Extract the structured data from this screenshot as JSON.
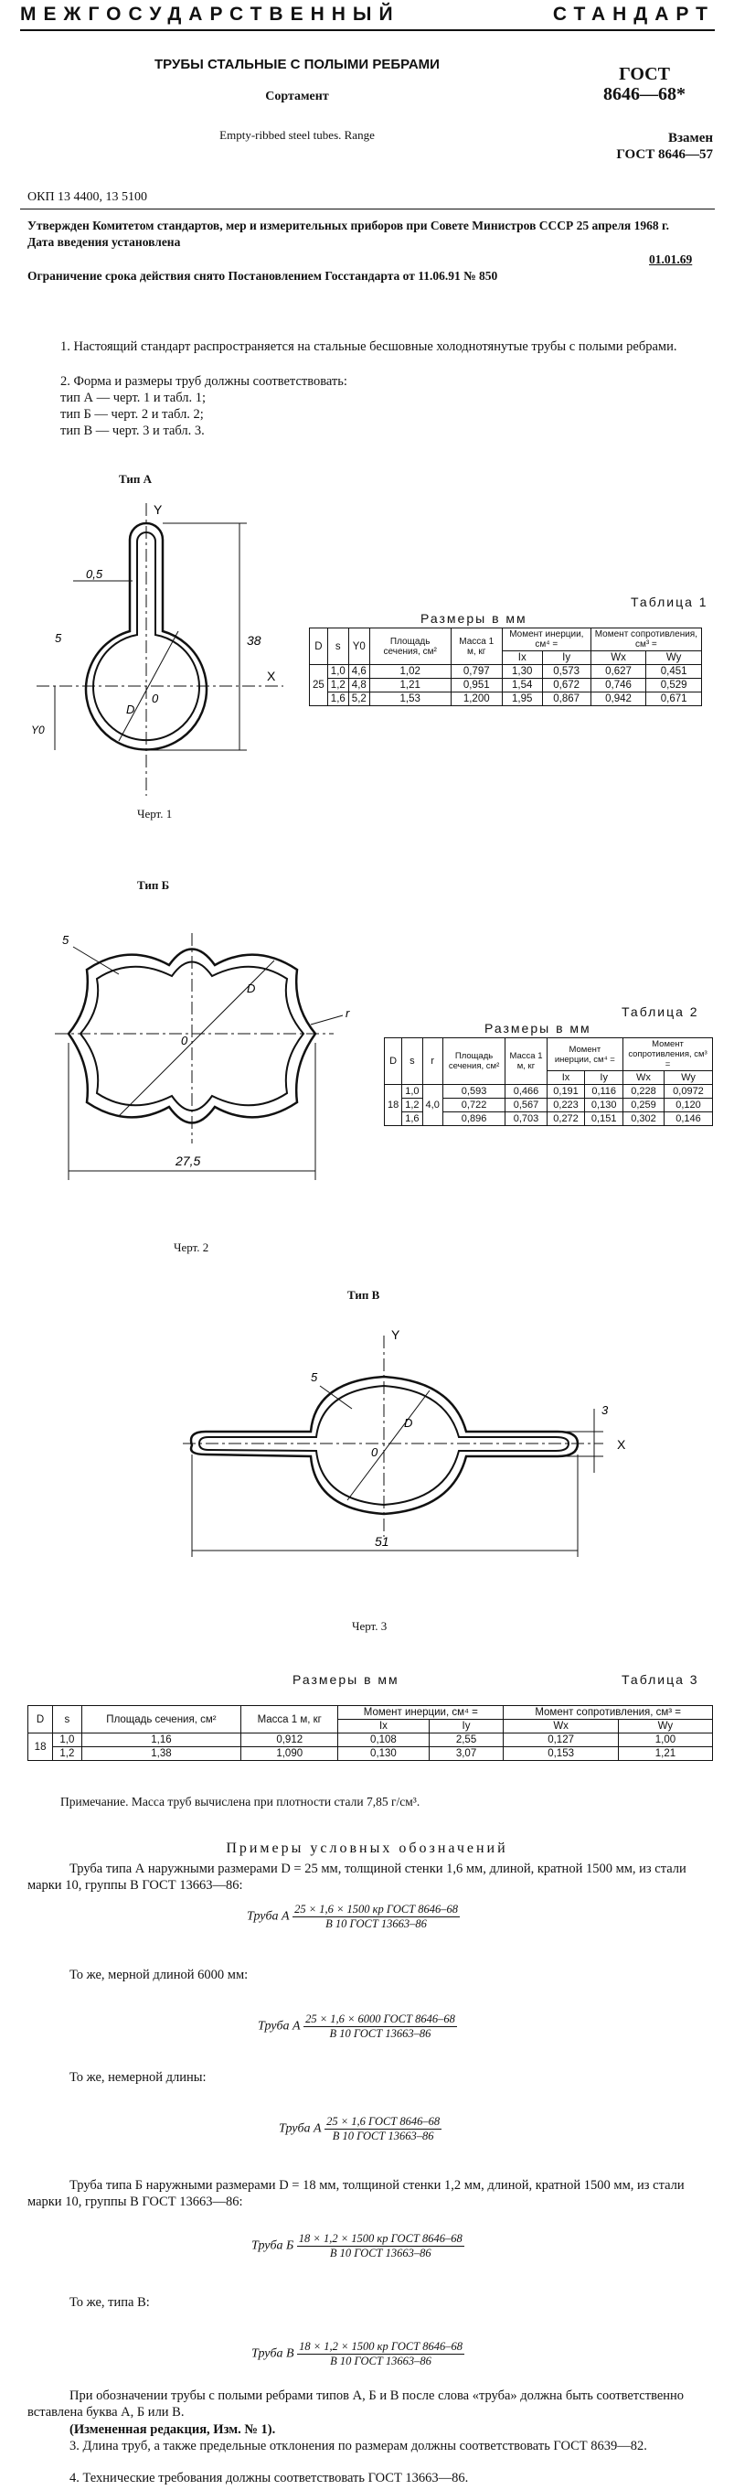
{
  "header": {
    "left": "МЕЖГОСУДАРСТВЕННЫЙ",
    "right": "СТАНДАРТ"
  },
  "title": {
    "main": "ТРУБЫ СТАЛЬНЫЕ С ПОЛЫМИ РЕБРАМИ",
    "sub": "Сортамент",
    "english": "Empty-ribbed steel tubes. Range"
  },
  "gost": {
    "line1": "ГОСТ",
    "line2": "8646—68*",
    "replace1": "Взамен",
    "replace2": "ГОСТ 8646—57"
  },
  "okp": "ОКП 13 4400, 13 5100",
  "approved": "Утвержден Комитетом стандартов, мер и измерительных приборов при Совете Министров СССР 25 апреля 1968 г. Дата введения установлена",
  "date": "01.01.69",
  "limitation": "Ограничение срока действия снято Постановлением Госстандарта от 11.06.91 № 850",
  "p1": "1. Настоящий стандарт распространяется на стальные бесшовные холоднотянутые трубы с полыми ребрами.",
  "p2": "2. Форма и размеры труб должны соответствовать:",
  "p2a": "тип А — черт. 1 и табл. 1;",
  "p2b": "тип Б — черт. 2 и табл. 2;",
  "p2c": "тип В — черт. 3 и табл. 3.",
  "typeA": "Тип А",
  "typeB": "Тип Б",
  "typeV": "Тип В",
  "drawA": {
    "caption": "Черт. 1",
    "l1": "0,5",
    "l2": "38",
    "l3": "5",
    "l4": "Y0",
    "l5": "D",
    "l6": "0",
    "l7": "X",
    "l8": "Y"
  },
  "drawB": {
    "caption": "Черт. 2",
    "l1": "5",
    "l2": "D",
    "l3": "0",
    "l4": "r",
    "l5": "27,5"
  },
  "drawV": {
    "caption": "Черт. 3",
    "l1": "5",
    "l2": "D",
    "l3": "0",
    "l4": "3",
    "l5": "51",
    "l6": "X",
    "l7": "Y"
  },
  "table1": {
    "caption": "Таблица 1",
    "subcaption": "Размеры в мм",
    "headers": [
      "D",
      "s",
      "Y0",
      "Площадь сечения, см²",
      "Масса 1 м, кг",
      "Момент инерции, см⁴ =",
      "Момент сопротивления, см³ =",
      "Ix",
      "Iy",
      "Wx",
      "Wy"
    ],
    "d": "25",
    "rows": [
      [
        "1,0",
        "4,6",
        "1,02",
        "0,797",
        "1,30",
        "0,573",
        "0,627",
        "0,451"
      ],
      [
        "1,2",
        "4,8",
        "1,21",
        "0,951",
        "1,54",
        "0,672",
        "0,746",
        "0,529"
      ],
      [
        "1,6",
        "5,2",
        "1,53",
        "1,200",
        "1,95",
        "0,867",
        "0,942",
        "0,671"
      ]
    ]
  },
  "table2": {
    "caption": "Таблица 2",
    "subcaption": "Размеры в мм",
    "headers": [
      "D",
      "s",
      "r",
      "Площадь сечения, см²",
      "Масса 1 м, кг",
      "Момент инерции, см⁴ =",
      "Момент сопротивления, см³ =",
      "Ix",
      "Iy",
      "Wx",
      "Wy"
    ],
    "d": "18",
    "r": "4,0",
    "rows": [
      [
        "1,0",
        "0,593",
        "0,466",
        "0,191",
        "0,116",
        "0,228",
        "0,0972"
      ],
      [
        "1,2",
        "0,722",
        "0,567",
        "0,223",
        "0,130",
        "0,259",
        "0,120"
      ],
      [
        "1,6",
        "0,896",
        "0,703",
        "0,272",
        "0,151",
        "0,302",
        "0,146"
      ]
    ]
  },
  "table3": {
    "caption": "Таблица 3",
    "subcaption": "Размеры в мм",
    "headers": [
      "D",
      "s",
      "Площадь сечения, см²",
      "Масса 1 м, кг",
      "Момент инерции, см⁴ =",
      "Момент сопротивления, см³ =",
      "Ix",
      "Iy",
      "Wx",
      "Wy"
    ],
    "d": "18",
    "rows": [
      [
        "1,0",
        "1,16",
        "0,912",
        "0,108",
        "2,55",
        "0,127",
        "1,00"
      ],
      [
        "1,2",
        "1,38",
        "1,090",
        "0,130",
        "3,07",
        "0,153",
        "1,21"
      ]
    ]
  },
  "note": "Примечание. Масса труб вычислена при плотности стали 7,85 г/см³.",
  "examples_title": "Примеры условных обозначений",
  "ex1": "Труба типа А наружными размерами D = 25 мм, толщиной стенки 1,6 мм, длиной, кратной 1500 мм, из стали марки 10, группы В ГОСТ 13663—86:",
  "f1": {
    "name": "Труба А",
    "num": "25 × 1,6 × 1500 кр ГОСТ 8646–68",
    "den": "В 10 ГОСТ 13663–86"
  },
  "ex2": "То же, мерной длиной 6000 мм:",
  "f2": {
    "name": "Труба А",
    "num": "25 × 1,6 × 6000 ГОСТ 8646–68",
    "den": "В 10 ГОСТ 13663–86"
  },
  "ex3": "То же, немерной длины:",
  "f3": {
    "name": "Труба А",
    "num": "25 × 1,6 ГОСТ 8646–68",
    "den": "В 10 ГОСТ 13663–86"
  },
  "ex4": "Труба типа Б наружными размерами D = 18 мм, толщиной стенки 1,2 мм, длиной, кратной 1500 мм, из стали марки 10, группы В ГОСТ 13663—86:",
  "f4": {
    "name": "Труба Б",
    "num": "18 × 1,2 × 1500 кр ГОСТ 8646–68",
    "den": "В 10 ГОСТ 13663–86"
  },
  "ex5": "То же, типа В:",
  "f5": {
    "name": "Труба В",
    "num": "18 × 1,2 × 1500 кр ГОСТ 8646–68",
    "den": "В 10 ГОСТ 13663–86"
  },
  "p_final": "При обозначении трубы с полыми ребрами типов А, Б и В после слова «труба» должна быть соответственно вставлена буква А, Б или В.",
  "changed": "(Измененная редакция, Изм. № 1).",
  "p3": "3. Длина труб, а также предельные отклонения по размерам должны соответствовать ГОСТ 8639—82.",
  "p4": "4. Технические требования должны соответствовать ГОСТ 13663—86."
}
